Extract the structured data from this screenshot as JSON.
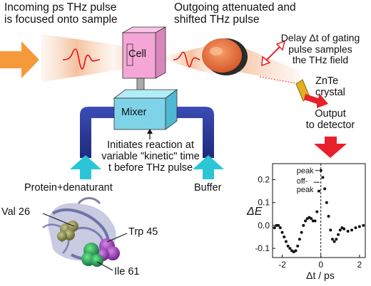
{
  "labels": {
    "incoming": [
      "Incoming ps THz pulse",
      "is focused onto sample"
    ],
    "outgoing": [
      "Outgoing attenuated and",
      "shifted THz pulse"
    ],
    "delay": [
      "Delay Δt of gating",
      "pulse samples",
      "the THz field"
    ],
    "crystal": [
      "ZnTe",
      "crystal"
    ],
    "output": [
      "Output",
      "to  detector"
    ],
    "cell": "Cell",
    "mixer": "Mixer",
    "initiates": [
      "Initiates reaction at",
      "variable \"kinetic\" time",
      "t before THz pulse"
    ],
    "protein": "Protein+denaturant",
    "buffer": "Buffer",
    "val26": "Val 26",
    "trp45": "Trp 45",
    "ile61": "Ile 61"
  },
  "chart_data": {
    "type": "scatter",
    "ylabel": "ΔE",
    "xlabel": "Δt / ps",
    "xlim": [
      -2.5,
      2.3
    ],
    "ylim": [
      -0.14,
      0.27
    ],
    "x_ticks": [
      -2,
      0,
      2
    ],
    "x_tick_labels": [
      "-2",
      "0",
      "2"
    ],
    "y_ticks": [
      0.2,
      0.1,
      0.0,
      -0.1
    ],
    "y_tick_labels": [
      "0.2",
      "0.1",
      "0.0",
      "-0.1"
    ],
    "annotations": [
      {
        "text": "peak",
        "x": 0.0,
        "y": 0.24
      },
      {
        "text": "off-\npeak",
        "x": 0.0,
        "y": 0.17
      }
    ],
    "points": [
      {
        "x": -2.4,
        "y": -0.01
      },
      {
        "x": -2.3,
        "y": 0.0
      },
      {
        "x": -2.2,
        "y": 0.0
      },
      {
        "x": -2.1,
        "y": -0.01
      },
      {
        "x": -2.0,
        "y": -0.03
      },
      {
        "x": -1.9,
        "y": -0.05
      },
      {
        "x": -1.8,
        "y": -0.07
      },
      {
        "x": -1.7,
        "y": -0.09
      },
      {
        "x": -1.6,
        "y": -0.1
      },
      {
        "x": -1.5,
        "y": -0.11
      },
      {
        "x": -1.4,
        "y": -0.115
      },
      {
        "x": -1.3,
        "y": -0.11
      },
      {
        "x": -1.2,
        "y": -0.09
      },
      {
        "x": -1.1,
        "y": -0.06
      },
      {
        "x": -1.0,
        "y": -0.03
      },
      {
        "x": -0.9,
        "y": 0.0
      },
      {
        "x": -0.8,
        "y": 0.02
      },
      {
        "x": -0.7,
        "y": 0.03
      },
      {
        "x": -0.6,
        "y": 0.035
      },
      {
        "x": -0.5,
        "y": 0.03
      },
      {
        "x": -0.4,
        "y": 0.02
      },
      {
        "x": -0.3,
        "y": 0.02
      },
      {
        "x": -0.2,
        "y": 0.06
      },
      {
        "x": -0.1,
        "y": 0.15
      },
      {
        "x": 0.0,
        "y": 0.24
      },
      {
        "x": 0.1,
        "y": 0.21
      },
      {
        "x": 0.2,
        "y": 0.16
      },
      {
        "x": 0.3,
        "y": 0.1
      },
      {
        "x": 0.4,
        "y": 0.04
      },
      {
        "x": 0.5,
        "y": -0.02
      },
      {
        "x": 0.6,
        "y": -0.06
      },
      {
        "x": 0.7,
        "y": -0.07
      },
      {
        "x": 0.8,
        "y": -0.06
      },
      {
        "x": 0.9,
        "y": -0.04
      },
      {
        "x": 1.0,
        "y": -0.02
      },
      {
        "x": 1.1,
        "y": -0.01
      },
      {
        "x": 1.2,
        "y": -0.015
      },
      {
        "x": 1.4,
        "y": -0.025
      },
      {
        "x": 1.6,
        "y": -0.02
      },
      {
        "x": 1.8,
        "y": -0.01
      },
      {
        "x": 2.0,
        "y": -0.005
      },
      {
        "x": 2.2,
        "y": 0.0
      }
    ]
  },
  "colors": {
    "beam": "#f0b080",
    "pulse": "#e01010",
    "cell": "#f5a6d6",
    "mixer": "#7fd3e8",
    "tube": "#2a3a9c",
    "cyan_arrow": "#2bc6d6",
    "red_arrow": "#e8202a",
    "orange_arrow": "#f59a3a",
    "lens": "#e8703a",
    "crystal": "#e0b020"
  }
}
